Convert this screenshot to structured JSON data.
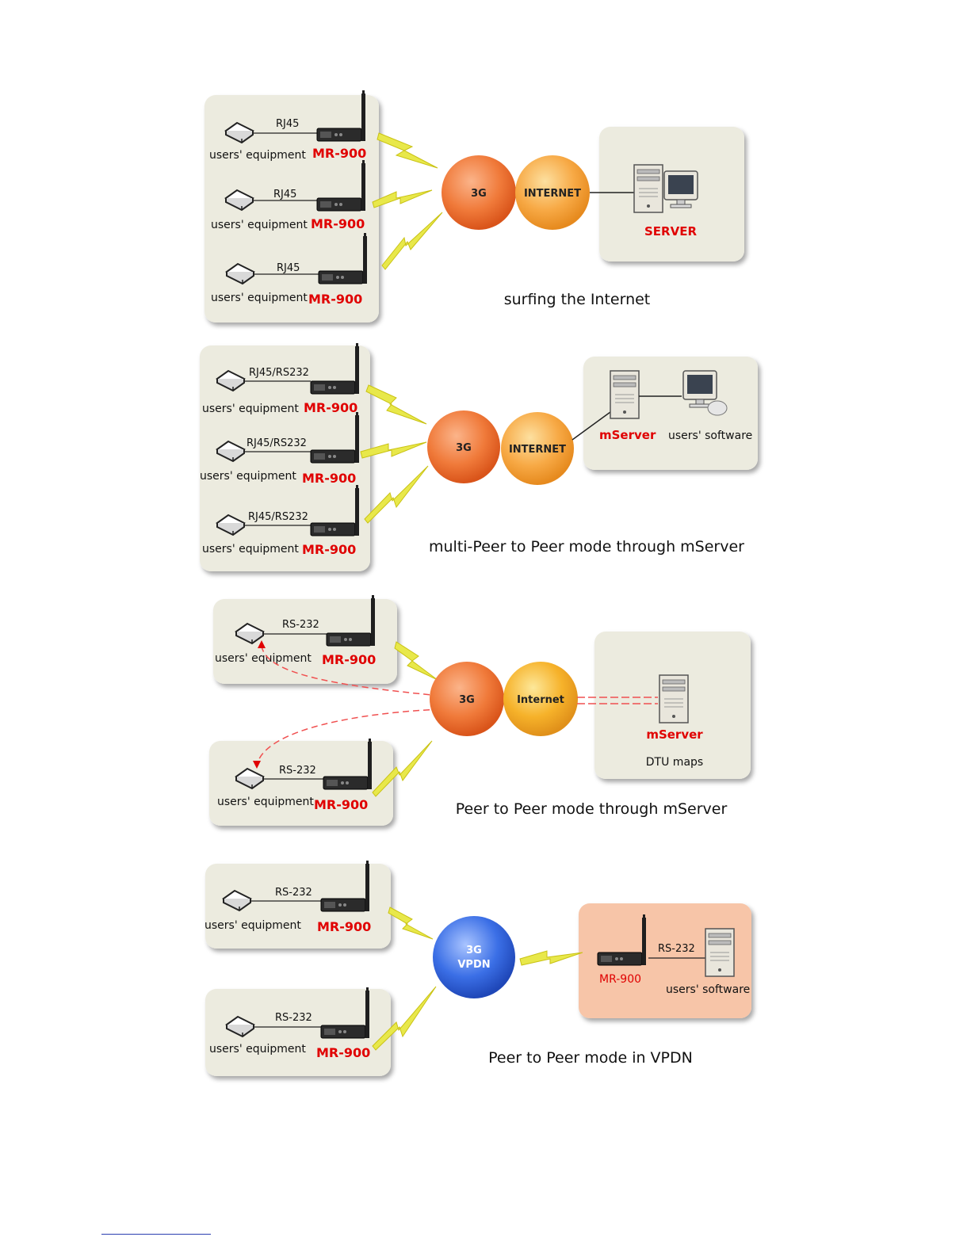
{
  "labels": {
    "users_equipment": "users' equipment",
    "users_software": "users' software",
    "model": "MR-900",
    "rj45": "RJ45",
    "rj45_rs232": "RJ45/RS232",
    "rs232": "RS-232",
    "server": "SERVER",
    "mserver": "mServer",
    "dtu_maps": "DTU maps",
    "hub_3g": "3G",
    "hub_internet_caps": "INTERNET",
    "hub_internet": "Internet",
    "hub_3g_vpdn_1": "3G",
    "hub_3g_vpdn_2": "VPDN"
  },
  "captions": {
    "panel1": "surfing the Internet",
    "panel2": "multi-Peer to Peer mode through mServer",
    "panel3": "Peer to Peer mode through mServer",
    "panel4": "Peer to Peer mode in VPDN"
  },
  "colors": {
    "box_fill": "#ecebdf",
    "box_vpdn": "#f7c5a8",
    "hub_orange": "#f07a3a",
    "hub_light_orange": "#f7a945",
    "hub_yellow": "#f6b22a",
    "hub_blue": "#3b6fe6",
    "lightning": "#e8e84a",
    "model_red": "#e00000"
  }
}
